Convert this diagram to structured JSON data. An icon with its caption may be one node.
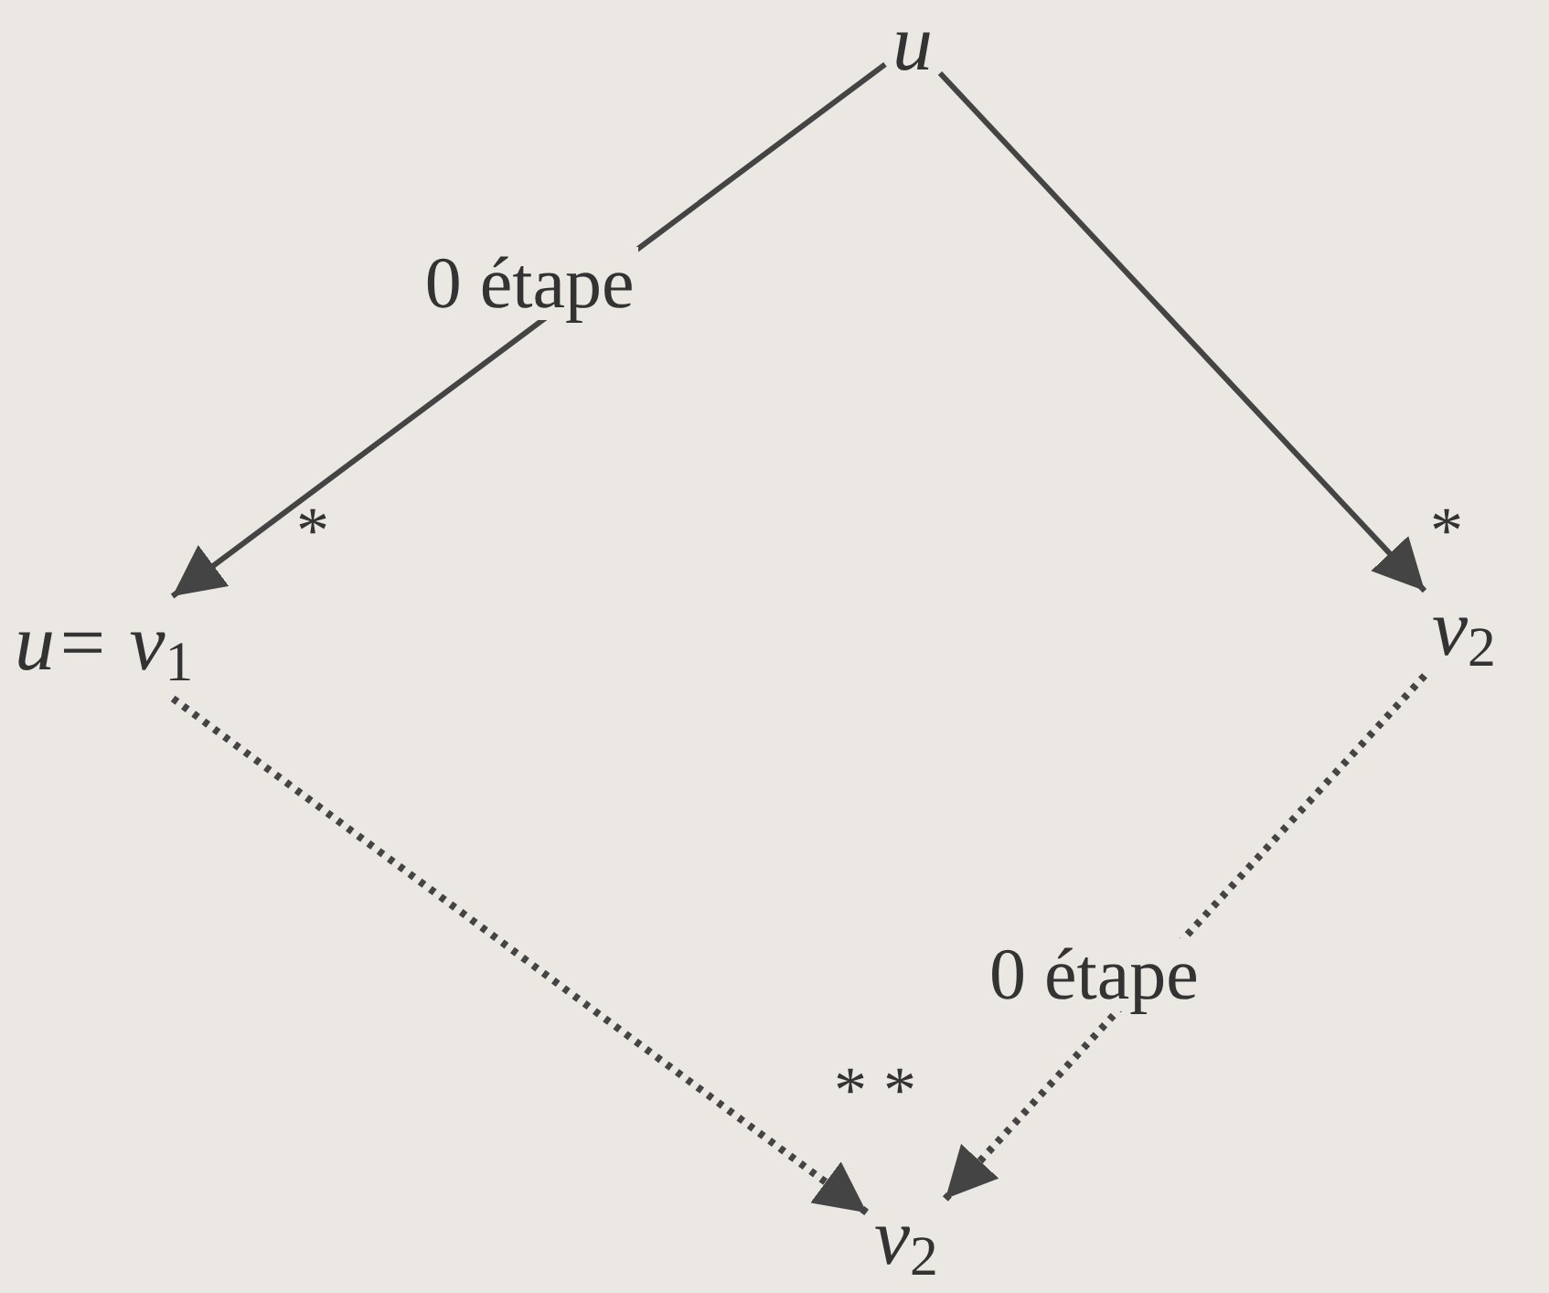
{
  "diagram": {
    "nodes": [
      {
        "text": [
          "u"
        ]
      },
      {
        "text": [
          "u= v$_{1}$"
        ]
      },
      {
        "text": [
          "v$_{2}$"
        ]
      },
      {
        "text": [
          "v$_{2}$"
        ]
      }
    ],
    "edges": [
      {
        "from": 0,
        "to": 1,
        "arrow": "to",
        "label": "0 étape"
      },
      {
        "from": 0,
        "to": 2,
        "arrow": "to"
      },
      {
        "from": 1,
        "to": 3,
        "arrow": "to",
        "style": "dashed"
      },
      {
        "from": 2,
        "to": 3,
        "arrow": "to",
        "style": "dashed",
        "label": "0 étape"
      }
    ],
    "labels": [
      "*",
      "*",
      "* *"
    ]
  }
}
